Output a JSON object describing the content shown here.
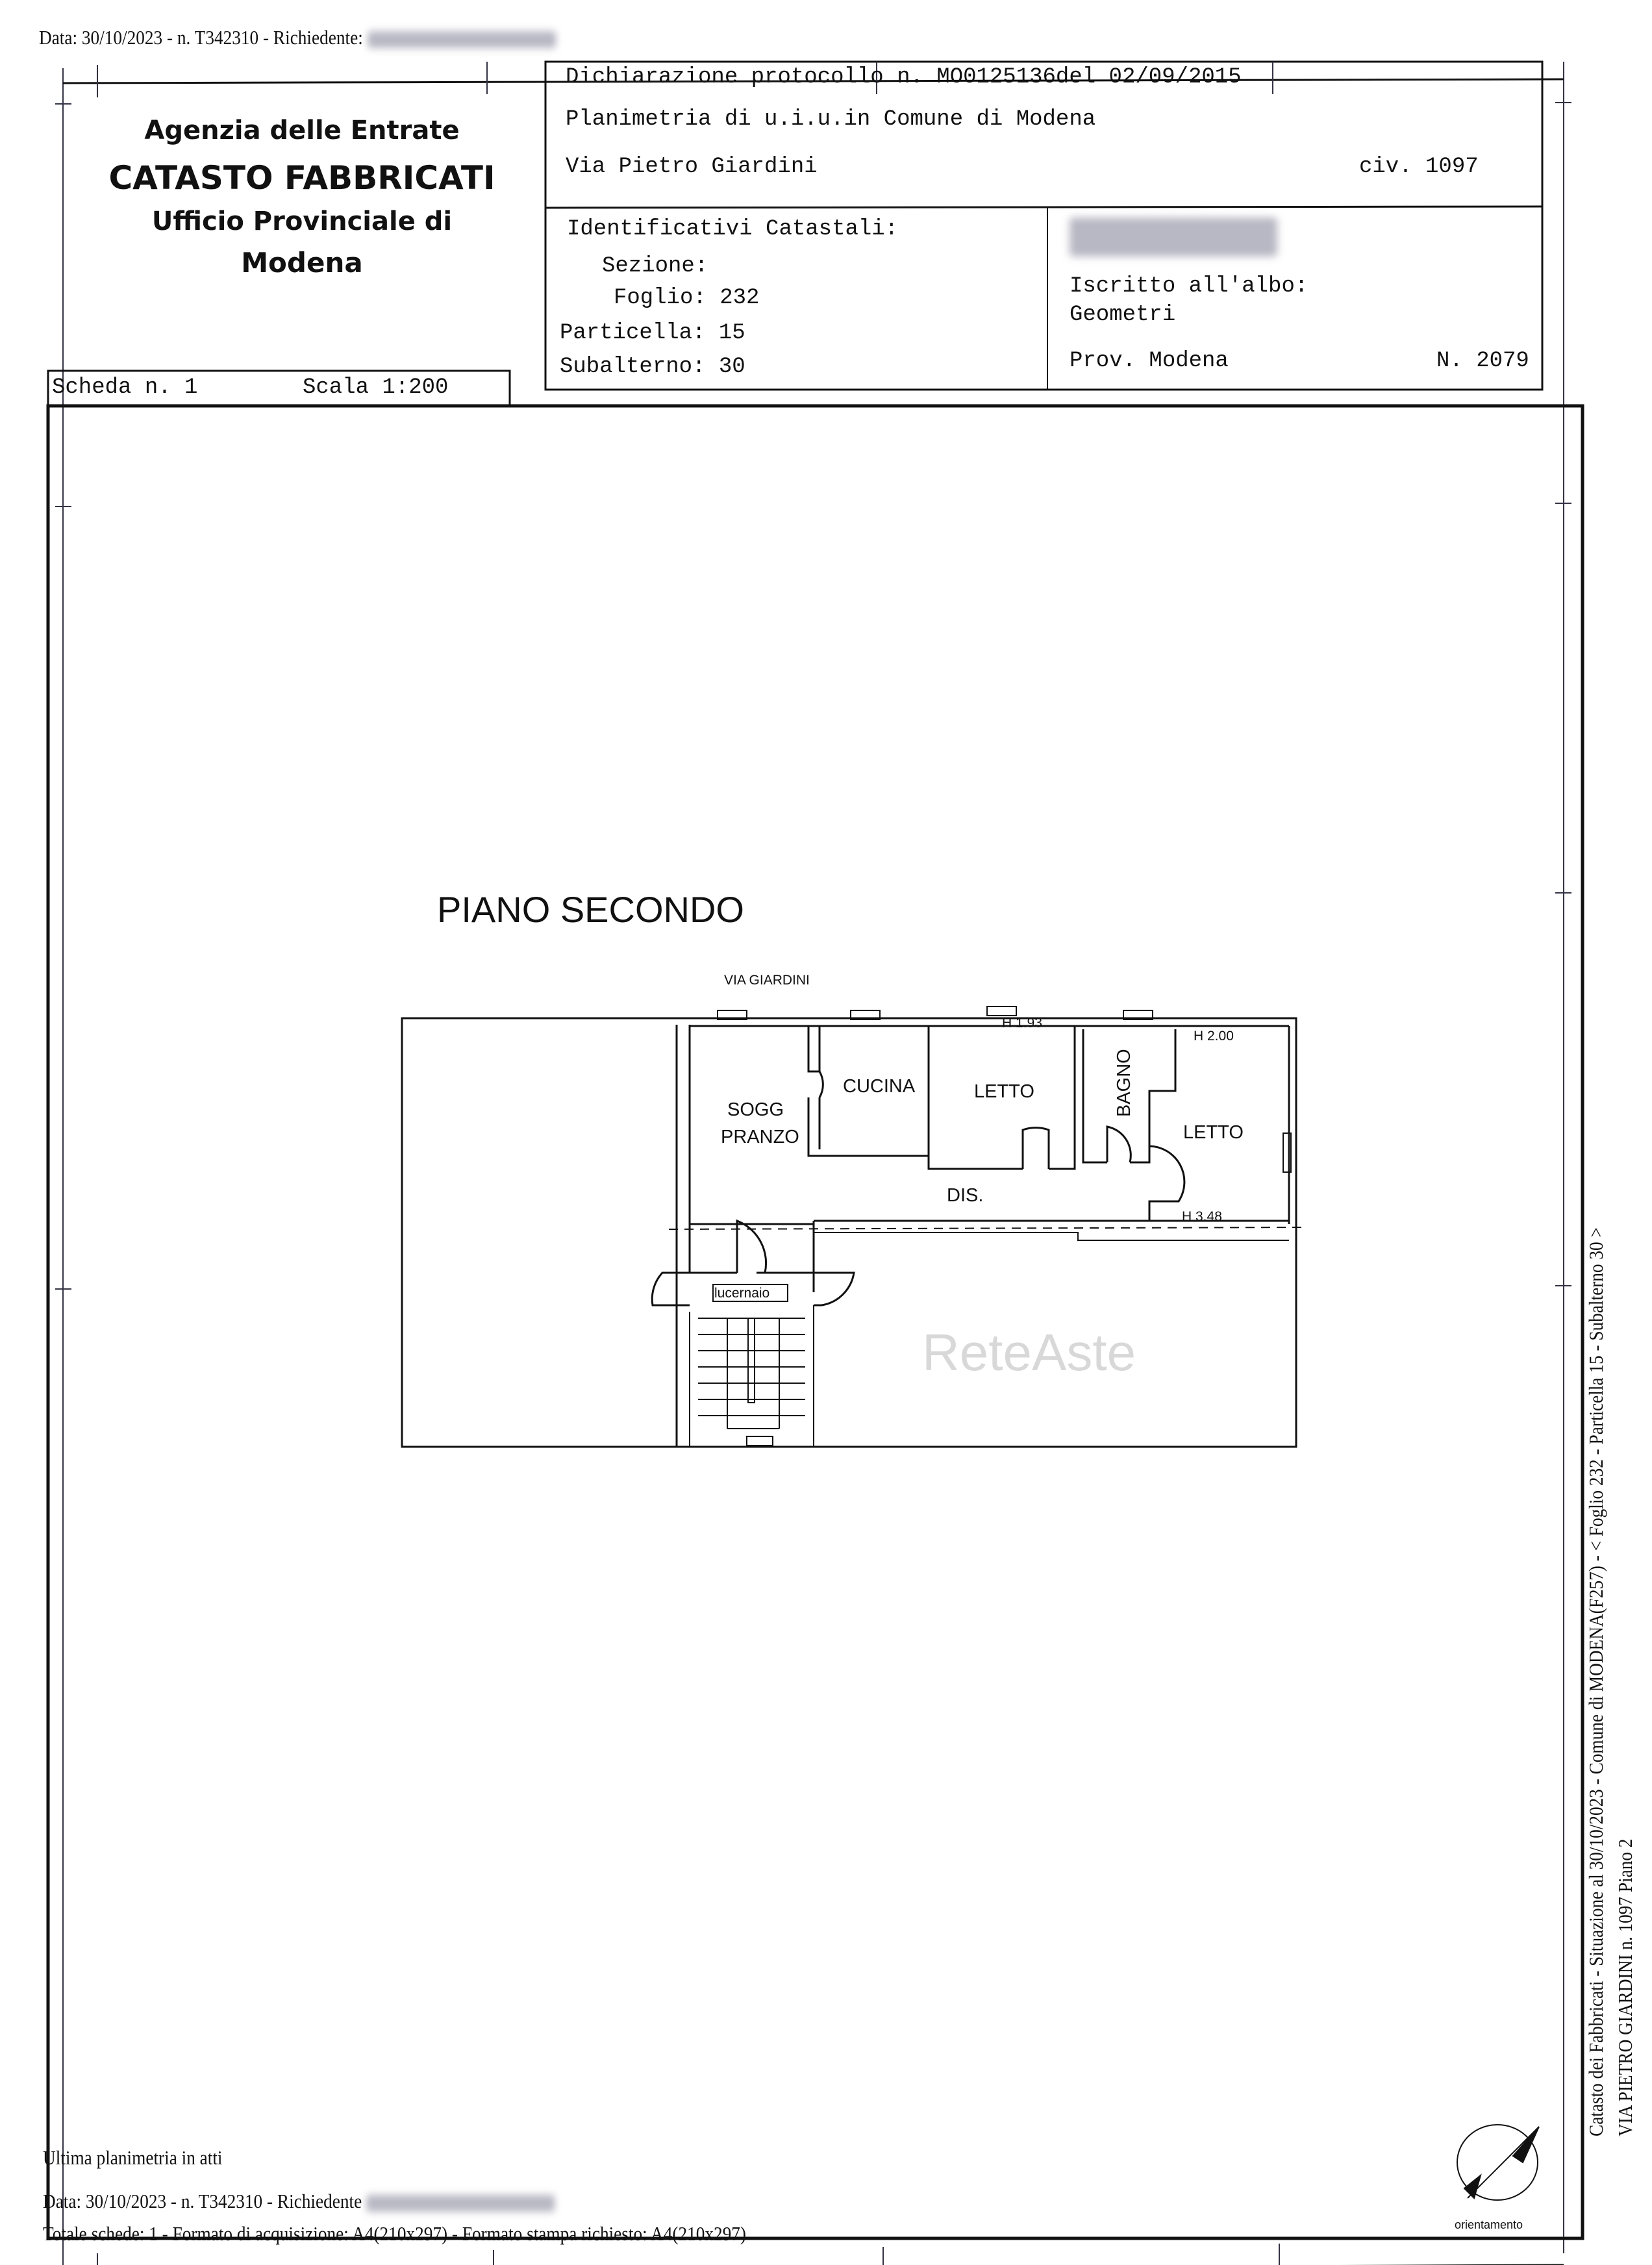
{
  "top_line": {
    "text": "Data: 30/10/2023 - n. T342310 - Richiedente:"
  },
  "agency": {
    "line1": "Agenzia delle Entrate",
    "line2": "CATASTO FABBRICATI",
    "line3": "Ufficio Provinciale di",
    "line4": "Modena"
  },
  "header": {
    "declaration": "Dichiarazione protocollo n. MO0125136del  02/09/2015",
    "plan_title": "Planimetria di u.i.u.in Comune di Modena",
    "address": "Via Pietro Giardini",
    "civic": "civ. 1097",
    "identifiers_title": "Identificativi Catastali:",
    "sezione": "Sezione:",
    "foglio": "Foglio: 232",
    "particella": "Particella: 15",
    "subalterno": "Subalterno: 30",
    "iscritto": "Iscritto all'albo:",
    "albo": "Geometri",
    "prov": "Prov. Modena",
    "number": "N. 2079"
  },
  "scheda": {
    "label": "Scheda n. 1",
    "scale": "Scala 1:200"
  },
  "plan": {
    "title": "PIANO SECONDO",
    "street": "VIA GIARDINI",
    "rooms": {
      "sogg": "SOGG",
      "pranzo": "PRANZO",
      "cucina": "CUCINA",
      "letto1": "LETTO",
      "bagno": "BAGNO",
      "letto2": "LETTO",
      "dis": "DIS.",
      "lucernaio": "lucernaio"
    },
    "heights": {
      "h1": "H 1.93",
      "h2": "H 2.00",
      "h3": "H 3.48"
    },
    "watermark": "ReteAste"
  },
  "side_text": {
    "line1": "Catasto dei Fabbricati - Situazione al 30/10/2023 - Comune di MODENA(F257) - < Foglio 232 - Particella 15 - Subalterno 30 >",
    "line2": "VIA PIETRO GIARDINI n. 1097 Piano 2"
  },
  "footer": {
    "last_plan": "Ultima planimetria in atti",
    "data_line": "Data: 30/10/2023 - n. T342310 - Richiedente",
    "totals": "Totale schede: 1 - Formato di acquisizione: A4(210x297)  - Formato stampa richiesto: A4(210x297)",
    "orientation": "orientamento"
  }
}
